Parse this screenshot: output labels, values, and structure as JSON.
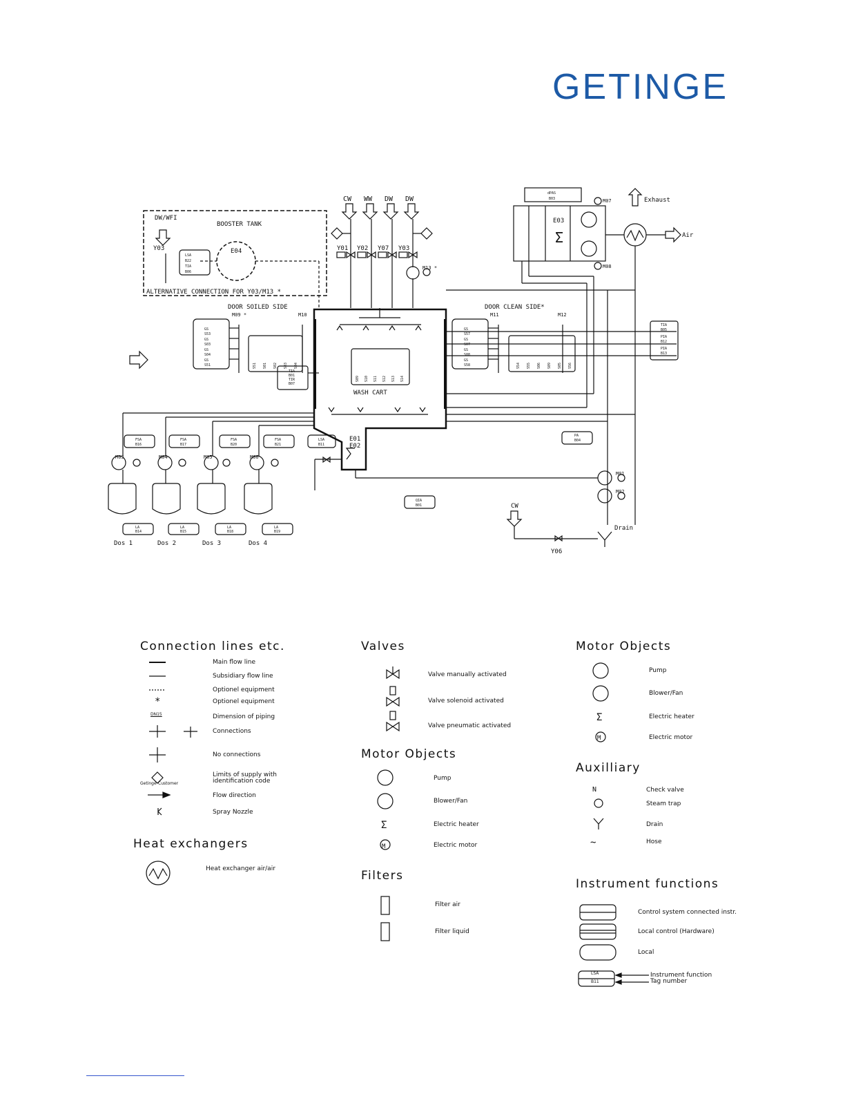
{
  "brand": {
    "logo_text": "GETINGE",
    "color": "#1d5aa6"
  },
  "diagram": {
    "supply_labels": [
      "CW",
      "WW",
      "DW",
      "DW"
    ],
    "valve_labels": [
      "Y01",
      "Y02",
      "Y07",
      "Y03"
    ],
    "dw_wfi": "DW/WFI",
    "booster_tank": "BOOSTER TANK",
    "booster_y03": "Y03",
    "booster_heater": "E04",
    "booster_instr": [
      {
        "fn": "LSA",
        "tag": "B22"
      },
      {
        "fn": "TIA",
        "tag": "B06"
      }
    ],
    "alt_connection": "ALTERNATIVE CONNECTION FOR Y03/M13",
    "door_soiled": "DOOR SOILED SIDE",
    "door_clean": "DOOR CLEAN SIDE",
    "wash_cart": "WASH CART",
    "exhaust": "Exhaust",
    "air": "Air",
    "dryer_heater": "E03",
    "dryer_instr": {
      "fn": "dPAS",
      "tag": "B03"
    },
    "fan_motors": [
      "M07",
      "M08"
    ],
    "pump_m13": "M13",
    "door_motors": [
      "M09",
      "M10",
      "M11",
      "M12"
    ],
    "soiled_instr": [
      {
        "fn": "GS",
        "tag": "S53"
      },
      {
        "fn": "GS",
        "tag": "S03"
      },
      {
        "fn": "GS",
        "tag": "S04"
      },
      {
        "fn": "GS",
        "tag": "S51"
      }
    ],
    "soiled_vertical": [
      "S51",
      "S01",
      "S02",
      "S03",
      "S04"
    ],
    "clean_instr": [
      {
        "fn": "GS",
        "tag": "S57"
      },
      {
        "fn": "GS",
        "tag": "S07"
      },
      {
        "fn": "GS",
        "tag": "S08"
      },
      {
        "fn": "GS",
        "tag": "S58"
      }
    ],
    "clean_vertical": [
      "S54",
      "S55",
      "S06",
      "S09",
      "S05",
      "S56"
    ],
    "cart_sensors": [
      "S09",
      "S10",
      "S11",
      "S12",
      "S13",
      "S14"
    ],
    "chamber_instr": [
      {
        "fn": "TIA",
        "tag": "B01"
      },
      {
        "fn": "TIR",
        "tag": "B07"
      }
    ],
    "right_instr": [
      {
        "fn": "TIA",
        "tag": "B05"
      },
      {
        "fn": "PIA",
        "tag": "B12"
      },
      {
        "fn": "PIA",
        "tag": "B13"
      }
    ],
    "sump_heaters": [
      "E01",
      "E02"
    ],
    "sump_lsa": {
      "fn": "LSA",
      "tag": "B11"
    },
    "pa_b04": {
      "fn": "PA",
      "tag": "B04"
    },
    "qia_b01": {
      "fn": "QIA",
      "tag": "B01"
    },
    "dosing": [
      {
        "name": "Dos 1",
        "motor": "M03",
        "fsa": "B16",
        "la": "B14"
      },
      {
        "name": "Dos 2",
        "motor": "M04",
        "fsa": "B17",
        "la": "B15"
      },
      {
        "name": "Dos 3",
        "motor": "M05",
        "fsa": "B20",
        "la": "B18"
      },
      {
        "name": "Dos 4",
        "motor": "M06",
        "fsa": "B21",
        "la": "B19"
      }
    ],
    "main_pumps": [
      "M01",
      "M02"
    ],
    "drain": "Drain",
    "cw_bottom": "CW",
    "y06": "Y06"
  },
  "legend": {
    "connection": {
      "title": "Connection lines etc.",
      "items": [
        "Main flow line",
        "Subsidiary flow line",
        "Optionel equipment",
        "Optionel equipment",
        "Dimension of piping",
        "Connections",
        "No connections",
        "Limits of supply with identification code",
        "Flow direction",
        "Spray Nozzle"
      ],
      "dn_label": "DN15",
      "getinge_label": "Getinge",
      "customer_label": "Customer"
    },
    "heat": {
      "title": "Heat exchangers",
      "items": [
        "Heat exchanger air/air"
      ]
    },
    "valves": {
      "title": "Valves",
      "items": [
        "Valve manually activated",
        "Valve solenoid activated",
        "Valve pneumatic activated"
      ]
    },
    "motor_mid": {
      "title": "Motor Objects",
      "items": [
        "Pump",
        "Blower/Fan",
        "Electric heater",
        "Electric motor"
      ]
    },
    "filters": {
      "title": "Filters",
      "items": [
        "Filter air",
        "Filter liquid"
      ]
    },
    "motor_right": {
      "title": "Motor Objects",
      "items": [
        "Pump",
        "Blower/Fan",
        "Electric heater",
        "Electric motor"
      ]
    },
    "aux": {
      "title": "Auxilliary",
      "items": [
        "Check valve",
        "Steam trap",
        "Drain",
        "Hose"
      ]
    },
    "instr": {
      "title": "Instrument functions",
      "items": [
        "Control system connected instr.",
        "Local control (Hardware)",
        "Local"
      ],
      "example_fn": "LSA",
      "example_tag": "B11",
      "arrow_fn": "Instrument function",
      "arrow_tag": "Tag number"
    }
  }
}
